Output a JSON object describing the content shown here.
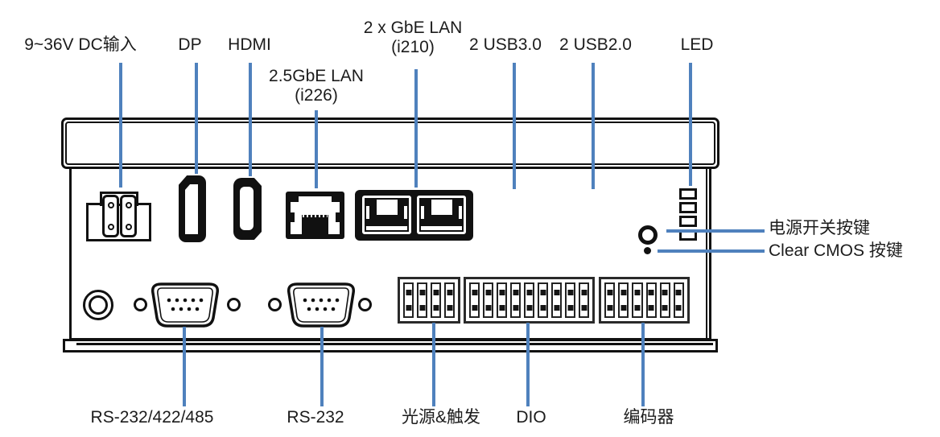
{
  "colors": {
    "accent_leader_line": "#4f81bd",
    "line_art": "#111111",
    "background": "#ffffff"
  },
  "labels": {
    "dc": "9~36V DC输入",
    "dp": "DP",
    "hdmi": "HDMI",
    "lan_2_5gbe": [
      "2.5GbE LAN",
      "(i226)"
    ],
    "gbe": [
      "2 x GbE LAN",
      "(i210)"
    ],
    "usb3": "2 USB3.0",
    "usb2": "2 USB2.0",
    "led": "LED",
    "power_button": "电源开关按键",
    "clear_cmos": "Clear CMOS 按键",
    "serial_multi": "RS-232/422/485",
    "serial": "RS-232",
    "light_trigger": "光源&触发",
    "dio": "DIO",
    "encoder": "编码器"
  },
  "icons": [
    "dc-power-terminal-icon",
    "displayport-icon",
    "hdmi-icon",
    "rj45-single-icon",
    "rj45-dual-icon",
    "usb-port-icon",
    "led-indicator-icon",
    "power-button-icon",
    "clear-cmos-dot-icon",
    "ground-stud-icon",
    "db9-serial-icon",
    "terminal-block-icon"
  ]
}
